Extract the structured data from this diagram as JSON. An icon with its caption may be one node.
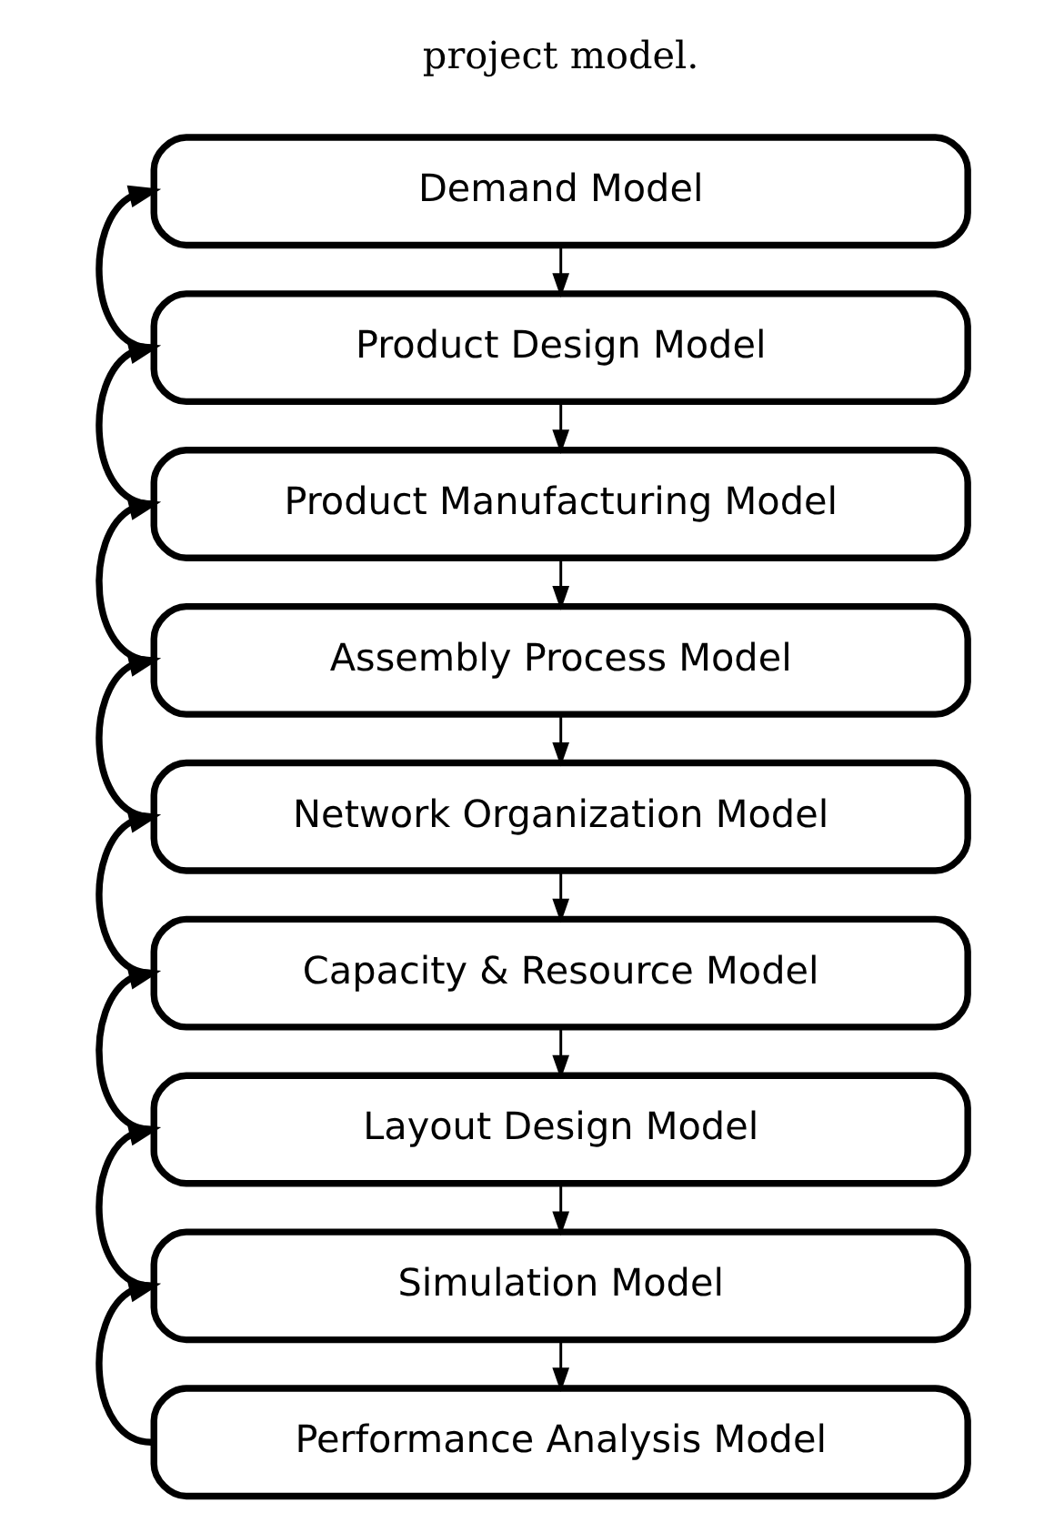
{
  "diagram": {
    "nodes": [
      {
        "text": [
          "Demand Model"
        ]
      },
      {
        "text": [
          "Product Design Model"
        ]
      },
      {
        "text": [
          "Product Manufacturing Model"
        ]
      },
      {
        "text": [
          "Assembly Process Model"
        ]
      },
      {
        "text": [
          "Network Organization Model"
        ]
      },
      {
        "text": [
          "Capacity & Resource Model"
        ]
      },
      {
        "text": [
          "Layout Design Model"
        ]
      },
      {
        "text": [
          "Simulation Model"
        ]
      },
      {
        "text": [
          "Performance Analysis Model"
        ]
      }
    ],
    "edges": [
      {
        "from": 0,
        "to": 1,
        "arrow": "to"
      },
      {
        "from": 1,
        "to": 0,
        "arrow": "to",
        "style": "thick"
      },
      {
        "from": 1,
        "to": 2,
        "arrow": "to"
      },
      {
        "from": 2,
        "to": 1,
        "arrow": "to",
        "style": "thick"
      },
      {
        "from": 2,
        "to": 3,
        "arrow": "to"
      },
      {
        "from": 3,
        "to": 2,
        "arrow": "to",
        "style": "thick"
      },
      {
        "from": 3,
        "to": 4,
        "arrow": "to"
      },
      {
        "from": 4,
        "to": 3,
        "arrow": "to",
        "style": "thick"
      },
      {
        "from": 4,
        "to": 5,
        "arrow": "to"
      },
      {
        "from": 5,
        "to": 4,
        "arrow": "to",
        "style": "thick"
      },
      {
        "from": 5,
        "to": 6,
        "arrow": "to"
      },
      {
        "from": 6,
        "to": 5,
        "arrow": "to",
        "style": "thick"
      },
      {
        "from": 6,
        "to": 7,
        "arrow": "to"
      },
      {
        "from": 7,
        "to": 6,
        "arrow": "to",
        "style": "thick"
      },
      {
        "from": 7,
        "to": 8,
        "arrow": "to"
      },
      {
        "from": 8,
        "to": 7,
        "arrow": "to",
        "style": "thick"
      }
    ],
    "labels": [
      "project model."
    ]
  }
}
